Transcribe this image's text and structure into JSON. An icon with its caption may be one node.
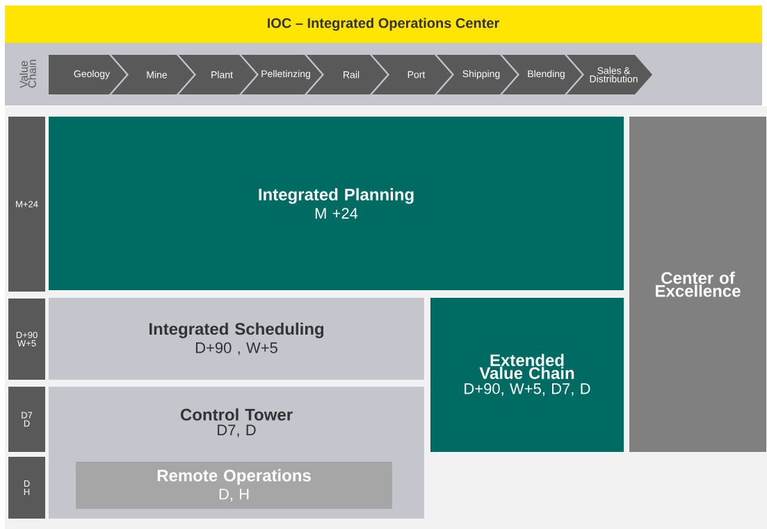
{
  "diagram": {
    "title": "IOC – Integrated Operations Center",
    "nodes": [
      {
        "text": [
          "Value Chain"
        ]
      },
      {
        "text": [
          "Geology"
        ],
        "in": 0
      },
      {
        "text": [
          "Mine"
        ],
        "in": 0
      },
      {
        "text": [
          "Plant"
        ],
        "in": 0
      },
      {
        "text": [
          "Pelletinzing"
        ],
        "in": 0
      },
      {
        "text": [
          "Rail"
        ],
        "in": 0
      },
      {
        "text": [
          "Port"
        ],
        "in": 0
      },
      {
        "text": [
          "Shipping"
        ],
        "in": 0
      },
      {
        "text": [
          "Blending"
        ],
        "in": 0
      },
      {
        "text": [
          "Sales & Distribution"
        ],
        "in": 0
      },
      {
        "text": [
          "M+24"
        ]
      },
      {
        "text": [
          "D+90 W+5"
        ]
      },
      {
        "text": [
          "D7 D"
        ]
      },
      {
        "text": [
          "D H"
        ]
      },
      {
        "text": [
          "Integrated Planning",
          "M +24"
        ]
      },
      {
        "text": [
          "Integrated Scheduling",
          "D+90 , W+5"
        ]
      },
      {
        "text": [
          "Control Tower",
          "D7, D"
        ]
      },
      {
        "text": [
          "Remote Operations",
          "D, H"
        ],
        "in": 16
      },
      {
        "text": [
          "Extended Value Chain",
          "D+90, W+5, D7, D"
        ]
      },
      {
        "text": [
          "Center of Excellence"
        ]
      }
    ]
  }
}
